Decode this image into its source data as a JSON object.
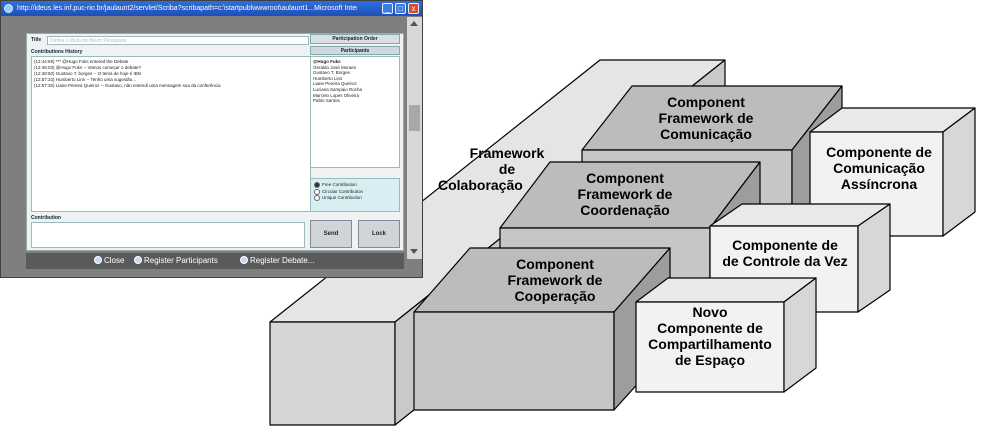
{
  "window": {
    "url_title": "http://ideus.les.inf.puc-rio.br/jaulaunt2/servlet/Scriba?scribapath=c:\\startpublwwwroot\\aulaunt1...Microsoft Interne...",
    "min": "_",
    "max": "□",
    "close": "x"
  },
  "app": {
    "title_label": "Title",
    "title_placeholder": "Defina o título do fórum Pesquisas",
    "history_label": "Contributions History",
    "history": [
      "(12:44:59) *** @Hugo Fuks entered the Debate",
      "(12:45:03) @Hugo Fuks -- Vamos começar o debate?",
      "(12:48:50) Gustavo T. borges -- O tema de hoje é IBN",
      "(12:57:23) Humberto Lins -- Tenho uma sugestão...",
      "(12:57:30) Liane Pereira Queiroz -- Gustavo, não entendi uma mensagem sua da conferência"
    ],
    "participation_order": "Participation Order",
    "participants_label": "Participants",
    "participants": [
      "@Hugo Fuks",
      "Geraldo José Moraes",
      "Gustavo T. Borges",
      "Humberto Lins",
      "Liane Pereira Queiroz",
      "Luciana Sampaio Rocha",
      "Marcelo Lopes Oliveira",
      "Pablo Santos"
    ],
    "modes": [
      "Free Contribution",
      "Circular Contribution",
      "Unique Contribution"
    ],
    "contribution_label": "Contribution",
    "send": "Send",
    "lock": "Lock",
    "bottom": [
      "Close",
      "Register Participants",
      "Register Debate..."
    ]
  },
  "diagram": {
    "colab_1": "Framework",
    "colab_2": "de",
    "colab_3": "Colaboração",
    "comm_1": "Component",
    "comm_2": "Framework de",
    "comm_3": "Comunicação",
    "coord_1": "Component",
    "coord_2": "Framework de",
    "coord_3": "Coordenação",
    "coop_1": "Component",
    "coop_2": "Framework de",
    "coop_3": "Cooperação",
    "async_1": "Componente de",
    "async_2": "Comunicação",
    "async_3": "Assíncrona",
    "turn_1": "Componente de",
    "turn_2": "de Controle da Vez",
    "space_1": "Novo",
    "space_2": "Componente de",
    "space_3": "Compartilhamento",
    "space_4": "de Espaço"
  },
  "colors": {
    "base_face": "#e5e5e5",
    "base_side": "#c9c9c9",
    "framework_face": "#c6c6c6",
    "framework_side": "#9d9d9d",
    "component_face": "#f2f2f2",
    "component_side": "#d7d7d7",
    "stroke": "#000000"
  }
}
